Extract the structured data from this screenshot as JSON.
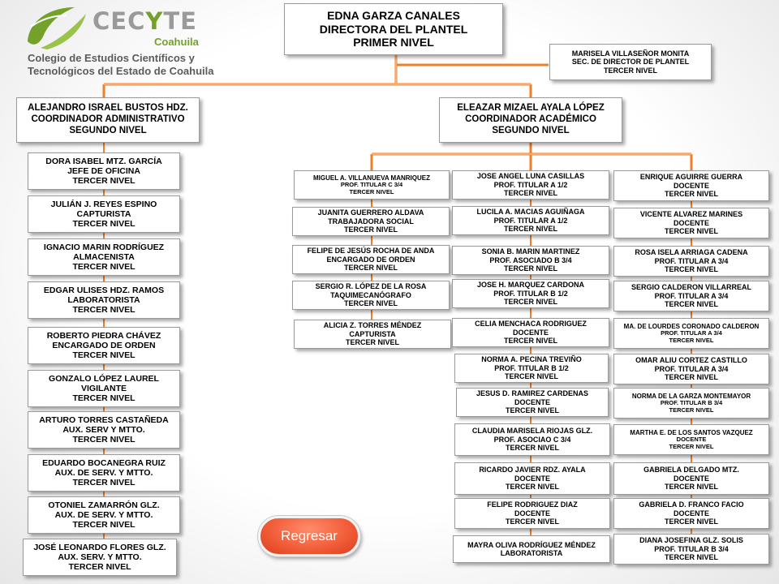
{
  "logo": {
    "word_pre": "CEC",
    "word_accent": "Y",
    "word_post": "TE",
    "subtitle": "Coahuila",
    "college_line1": "Colegio de Estudios Científicos y",
    "college_line2": "Tecnológicos del Estado de Coahuila",
    "color_green": "#74a12a",
    "color_gray": "#9a9a9a"
  },
  "connector_color": "#f07f2a",
  "top": {
    "director": [
      "EDNA GARZA CANALES",
      "DIRECTORA DEL PLANTEL",
      "PRIMER NIVEL"
    ],
    "secretary": [
      "MARISELA VILLASEÑOR MONITA",
      "SEC. DE DIRECTOR DE PLANTEL",
      "TERCER NIVEL"
    ]
  },
  "coordinators": {
    "admin": [
      "ALEJANDRO ISRAEL BUSTOS HDZ.",
      "COORDINADOR ADMINISTRATIVO",
      "SEGUNDO NIVEL"
    ],
    "academic": [
      "ELEAZAR MIZAEL AYALA LÓPEZ",
      "COORDINADOR ACADÉMICO",
      "SEGUNDO NIVEL"
    ]
  },
  "admin_staff": [
    [
      "DORA ISABEL MTZ. GARCÍA",
      "JEFE DE OFICINA",
      "TERCER NIVEL"
    ],
    [
      "JULIÁN J. REYES ESPINO",
      "CAPTURISTA",
      "TERCER NIVEL"
    ],
    [
      "IGNACIO MARIN RODRÍGUEZ",
      "ALMACENISTA",
      "TERCER NIVEL"
    ],
    [
      "EDGAR ULISES HDZ. RAMOS",
      "LABORATORISTA",
      "TERCER NIVEL"
    ],
    [
      "ROBERTO PIEDRA CHÁVEZ",
      "ENCARGADO DE ORDEN",
      "TERCER NIVEL"
    ],
    [
      "GONZALO LÓPEZ LAUREL",
      "VIGILANTE",
      "TERCER NIVEL"
    ],
    [
      "ARTURO TORRES CASTAÑEDA",
      "AUX. SERV Y MTTO.",
      "TERCER NIVEL"
    ],
    [
      "EDUARDO BOCANEGRA RUIZ",
      "AUX. DE SERV. Y MTTO.",
      "TERCER NIVEL"
    ],
    [
      "OTONIEL ZAMARRÓN GLZ.",
      "AUX. DE SERV. Y MTTO.",
      "TERCER NIVEL"
    ],
    [
      "JOSÉ LEONARDO FLORES GLZ.",
      "AUX. SERV. Y MTTO.",
      "TERCER NIVEL"
    ]
  ],
  "academic_col1": [
    [
      "MIGUEL A. VILLANUEVA MANRIQUEZ",
      "PROF. TITULAR C 3/4",
      "TERCER NIVEL"
    ],
    [
      "JUANITA GUERRERO ALDAVA",
      "TRABAJADORA SOCIAL",
      "TERCER NIVEL"
    ],
    [
      "FELIPE DE JESÚS ROCHA DE ANDA",
      "ENCARGADO DE ORDEN",
      "TERCER NIVEL"
    ],
    [
      "SERGIO R. LÓPEZ DE LA ROSA",
      "TAQUIMECANÓGRAFO",
      "TERCER NIVEL"
    ],
    [
      "ALICIA Z. TORRES MÉNDEZ",
      "CAPTURISTA",
      "TERCER NIVEL"
    ]
  ],
  "academic_col2": [
    [
      "JOSE ANGEL LUNA CASILLAS",
      "PROF. TITULAR A 1/2",
      "TERCER NIVEL"
    ],
    [
      "LUCILA A. MACIAS AGUIÑAGA",
      "PROF. TITULAR A 1/2",
      "TERCER NIVEL"
    ],
    [
      "SONIA B. MARIN MARTINEZ",
      "PROF. ASOCIADO B 3/4",
      "TERCER NIVEL"
    ],
    [
      "JOSE H. MARQUEZ CARDONA",
      "PROF. TITULAR B 1/2",
      "TERCER NIVEL"
    ],
    [
      "CELIA MENCHACA RODRIGUEZ",
      "DOCENTE",
      "TERCER NIVEL"
    ],
    [
      "NORMA A. PECINA TREVIÑO",
      "PROF. TITULAR B 1/2",
      "TERCER NIVEL"
    ],
    [
      "JESUS D. RAMIREZ CARDENAS",
      "DOCENTE",
      "TERCER NIVEL"
    ],
    [
      "CLAUDIA MARISELA RIOJAS GLZ.",
      "PROF. ASOCIAO C 3/4",
      "TERCER NIVEL"
    ],
    [
      "RICARDO JAVIER RDZ. AYALA",
      "DOCENTE",
      "TERCER NIVEL"
    ],
    [
      "FELIPE RODRIGUEZ DIAZ",
      "DOCENTE",
      "TERCER NIVEL"
    ],
    [
      "MAYRA OLIVA RODRÍGUEZ MÉNDEZ",
      "LABORATORISTA"
    ]
  ],
  "academic_col3": [
    [
      "ENRIQUE AGUIRRE GUERRA",
      "DOCENTE",
      "TERCER NIVEL"
    ],
    [
      "VICENTE ALVAREZ MARINES",
      "DOCENTE",
      "TERCER NIVEL"
    ],
    [
      "ROSA ISELA ARRIAGA CADENA",
      "PROF. TITULAR A 3/4",
      "TERCER NIVEL"
    ],
    [
      "SERGIO CALDERON VILLARREAL",
      "PROF. TITULAR A 3/4",
      "TERCER NIVEL"
    ],
    [
      "MA. DE LOURDES CORONADO CALDERON",
      "PROF. TITULAR A 3/4",
      "TERCER NIVEL"
    ],
    [
      "OMAR ALIU CORTEZ CASTILLO",
      "PROF. TITULAR A 3/4",
      "TERCER NIVEL"
    ],
    [
      "NORMA DE LA GARZA MONTEMAYOR",
      "PROF. TITULAR B 3/4",
      "TERCER NIVEL"
    ],
    [
      "MARTHA E. DE LOS SANTOS VAZQUEZ",
      "DOCENTE",
      "TERCER NIVEL"
    ],
    [
      "GABRIELA DELGADO MTZ.",
      "DOCENTE",
      "TERCER NIVEL"
    ],
    [
      "GABRIELA D. FRANCO FACIO",
      "DOCENTE",
      "TERCER NIVEL"
    ],
    [
      "DIANA JOSEFINA GLZ. SOLIS",
      "PROF. TITULAR B 3/4",
      "TERCER NIVEL"
    ]
  ],
  "back_button": "Regresar"
}
